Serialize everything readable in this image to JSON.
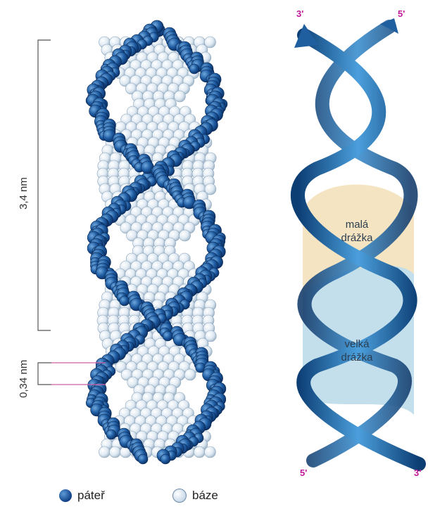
{
  "scale": {
    "pitch_label": "3,4 nm",
    "base_spacing_label": "0,34 nm"
  },
  "ribbon": {
    "top_left_end": "3'",
    "top_right_end": "5'",
    "bottom_left_end": "5'",
    "bottom_right_end": "3'",
    "minor_groove": "malá\ndrážka",
    "major_groove": "velká\ndrážka"
  },
  "legend": {
    "backbone_label": "páteř",
    "bases_label": "báze"
  },
  "colors": {
    "backbone": "#1d4f8f",
    "bases": "#dbe6f0",
    "ribbon": "#2b7fc1",
    "end_labels": "#c2189a",
    "minor_groove_fill": "#f3dfb7",
    "major_groove_fill": "#bcdbe9"
  }
}
